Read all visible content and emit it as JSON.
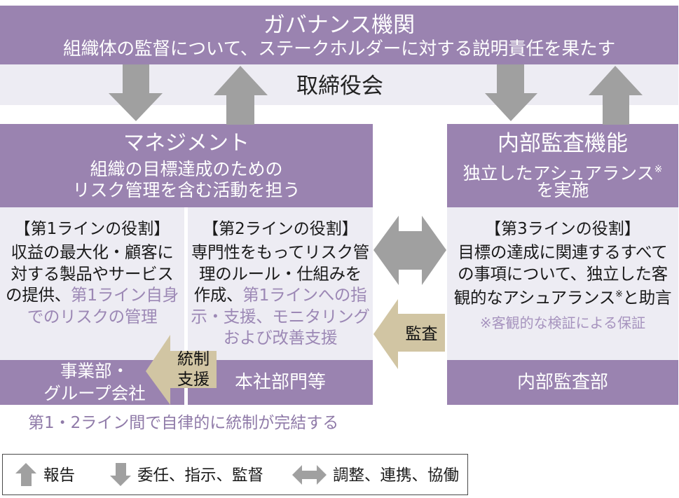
{
  "colors": {
    "purple": "#9a83b0",
    "light": "#edecf3",
    "gray_arrow": "#a0a0a0",
    "tan": "#d1c5a3",
    "accent_text": "#9c88b5",
    "footnote_text": "#a693be",
    "caption_text": "#8f7aa8"
  },
  "governance": {
    "title": "ガバナンス機関",
    "subtitle": "組織体の監督について、ステークホルダーに対する説明責任を果たす"
  },
  "board": {
    "label": "取締役会"
  },
  "management": {
    "title": "マネジメント",
    "lines": [
      "組織の目標達成のための",
      "リスク管理を含む活動を担う"
    ]
  },
  "internal_audit": {
    "title": "内部監査機能",
    "line1": "独立したアシュアランス",
    "line1_mark": "※",
    "line2": "を実施"
  },
  "lines": [
    {
      "heading": "【第1ラインの役割】",
      "body": [
        {
          "text": "収益の最大化・顧客に",
          "accent": ""
        },
        {
          "text": "対する製品やサービス",
          "accent": ""
        },
        {
          "text": "の提供、",
          "accent": "第1ライン自身"
        },
        {
          "text": "",
          "accent": "でのリスクの管理"
        }
      ],
      "unit": [
        "事業部・",
        "グループ会社"
      ]
    },
    {
      "heading": "【第2ラインの役割】",
      "body": [
        {
          "text": "専門性をもってリスク管",
          "accent": ""
        },
        {
          "text": "理のルール・仕組みを",
          "accent": ""
        },
        {
          "text": "作成、",
          "accent": "第1ラインへの指"
        },
        {
          "text": "",
          "accent": "示・支援、モニタリング"
        },
        {
          "text": "",
          "accent": "および改善支援"
        }
      ],
      "unit": [
        "本社部門等"
      ]
    },
    {
      "heading": "【第3ラインの役割】",
      "body": [
        {
          "text": "目標の達成に関連するすべて"
        },
        {
          "text": "の事項について、独立した客"
        },
        {
          "text": "観的なアシュアランス",
          "mark": "※",
          "after": "と助言"
        }
      ],
      "footnote": "※客観的な検証による保証",
      "unit": [
        "内部監査部"
      ]
    }
  ],
  "arrows": {
    "control_support": [
      "統制",
      "支援"
    ],
    "audit": "監査"
  },
  "caption": "第1・2ライン間で自律的に統制が完結する",
  "legend": [
    {
      "icon": "up-arrow",
      "label": "報告"
    },
    {
      "icon": "down-arrow",
      "label": "委任、指示、監督"
    },
    {
      "icon": "double-arrow",
      "label": "調整、連携、協働"
    }
  ]
}
